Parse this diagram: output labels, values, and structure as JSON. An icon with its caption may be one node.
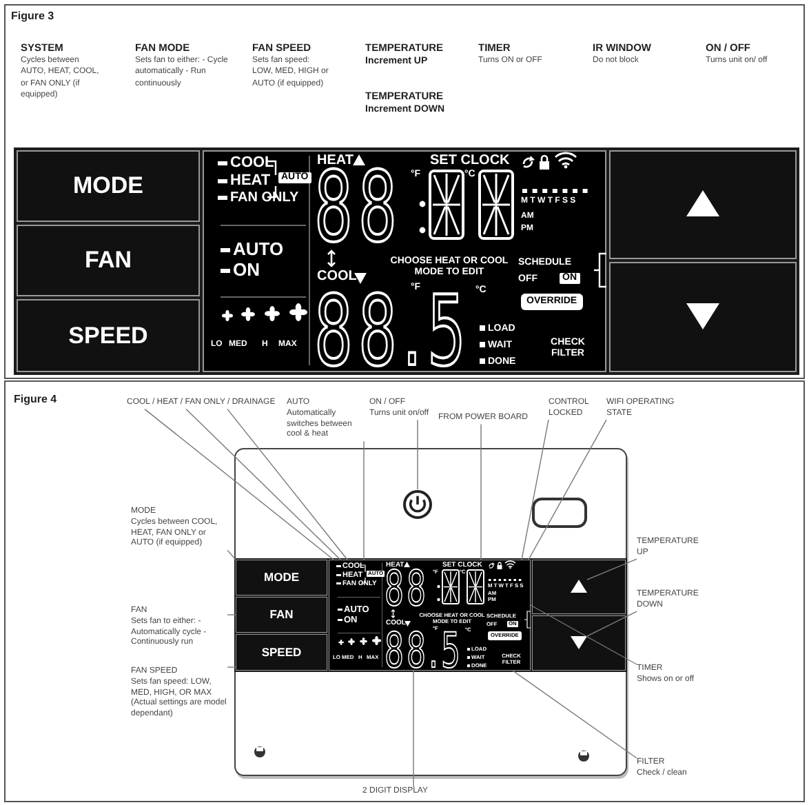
{
  "diagram": {
    "nodes": [
      {
        "text": [
          "MODE"
        ]
      },
      {
        "text": [
          "FAN"
        ]
      },
      {
        "text": [
          "SPEED"
        ]
      },
      {
        "text": [],
        "shape": "triangle"
      },
      {
        "text": [],
        "shape": "triangle"
      },
      {
        "text": [
          "COOL / HEAT / FAN ONLY / DRAINAGE"
        ]
      },
      {
        "text": [
          "AUTO",
          "Automatically switches between cool & heat"
        ]
      },
      {
        "text": [
          "ON / OFF",
          "Turns unit on/off"
        ]
      },
      {
        "text": [
          "FROM POWER BOARD"
        ]
      },
      {
        "text": [
          "CONTROL LOCKED"
        ]
      },
      {
        "text": [
          "WIFI OPERATING STATE"
        ]
      },
      {
        "text": [],
        "shape": "circle"
      },
      {
        "text": [
          "MODE",
          "Cycles between COOL, HEAT, FAN ONLY or AUTO (if equipped)"
        ]
      },
      {
        "text": [
          "FAN",
          "Sets fan to either: - Automatically cycle - Continuously run"
        ]
      },
      {
        "text": [
          "FAN SPEED",
          "Sets fan speed: LOW, MED, HIGH, OR MAX (Actual settings are model dependant)"
        ]
      },
      {
        "text": [
          "TEMPERATURE UP"
        ]
      },
      {
        "text": [
          "TEMPERATURE DOWN"
        ]
      },
      {
        "text": [
          "TIMER",
          "Shows on or off"
        ]
      },
      {
        "text": [
          "FILTER",
          "Check / clean"
        ]
      },
      {
        "text": [
          "2 DIGIT DISPLAY"
        ]
      },
      {
        "text": [
          "MODE"
        ]
      },
      {
        "text": [
          "FAN"
        ]
      },
      {
        "text": [
          "SPEED"
        ]
      },
      {
        "text": [],
        "shape": "triangle"
      },
      {
        "text": [],
        "shape": "triangle"
      },
      {
        "text": [],
        "shape": "box"
      }
    ],
    "edges": [
      {
        "from": 5,
        "to": 25,
        "arrow": "none"
      },
      {
        "from": 5,
        "to": 25,
        "arrow": "none"
      },
      {
        "from": 5,
        "to": 25,
        "arrow": "none"
      },
      {
        "from": 6,
        "to": 25,
        "arrow": "none"
      },
      {
        "from": 7,
        "to": 11,
        "arrow": "none"
      },
      {
        "from": 8,
        "to": 25,
        "arrow": "none"
      },
      {
        "from": 9,
        "to": 25,
        "arrow": "none"
      },
      {
        "from": 10,
        "to": 25,
        "arrow": "none"
      },
      {
        "from": 12,
        "to": 20,
        "arrow": "none"
      },
      {
        "from": 13,
        "to": 21,
        "arrow": "none"
      },
      {
        "from": 14,
        "to": 22,
        "arrow": "none"
      },
      {
        "from": 15,
        "to": 23,
        "arrow": "none"
      },
      {
        "from": 16,
        "to": 24,
        "arrow": "none"
      },
      {
        "from": 17,
        "to": 25,
        "arrow": "none"
      },
      {
        "from": 18,
        "to": 25,
        "arrow": "none"
      },
      {
        "from": 19,
        "to": 25,
        "arrow": "none"
      }
    ],
    "labels": [
      "Figure 3",
      "SYSTEM",
      "Cycles between AUTO, HEAT, COOL, or FAN ONLY (if equipped)",
      "FAN MODE",
      "Sets fan to either: - Cycle automatically - Run continuously",
      "FAN SPEED",
      "Sets fan speed: LOW, MED, HIGH or AUTO (if equipped)",
      "TEMPERATURE",
      "Increment UP",
      "TEMPERATURE",
      "Increment DOWN",
      "TIMER",
      "Turns ON or OFF",
      "IR WINDOW",
      "Do not block",
      "ON / OFF",
      "Turns unit on/ off",
      "COOL",
      "HEAT",
      "FAN ONLY",
      "AUTO",
      "AUTO",
      "ON",
      "LO",
      "MED",
      "H",
      "MAX",
      "HEAT",
      "SET CLOCK",
      "88",
      "°F",
      "°C",
      "M T W T F S S",
      "AM",
      "PM",
      "COOL",
      "CHOOSE HEAT OR COOL MODE TO EDIT",
      "SCHEDULE",
      "OFF",
      "ON",
      "OVERRIDE",
      "88.5",
      "°F",
      "°C",
      "LOAD",
      "WAIT",
      "DONE",
      "CHECK FILTER",
      "Figure 4",
      "COOL",
      "HEAT",
      "FAN ONLY",
      "AUTO",
      "AUTO",
      "ON",
      "LO",
      "MED",
      "H",
      "MAX",
      "HEAT",
      "SET CLOCK",
      "88",
      "°F",
      "°C",
      "M T W T F S S",
      "AM",
      "PM",
      "COOL",
      "CHOOSE HEAT OR COOL MODE TO EDIT",
      "SCHEDULE",
      "OFF",
      "ON",
      "OVERRIDE",
      "88.5",
      "°F",
      "°C",
      "LOAD",
      "WAIT",
      "DONE",
      "CHECK FILTER"
    ]
  }
}
